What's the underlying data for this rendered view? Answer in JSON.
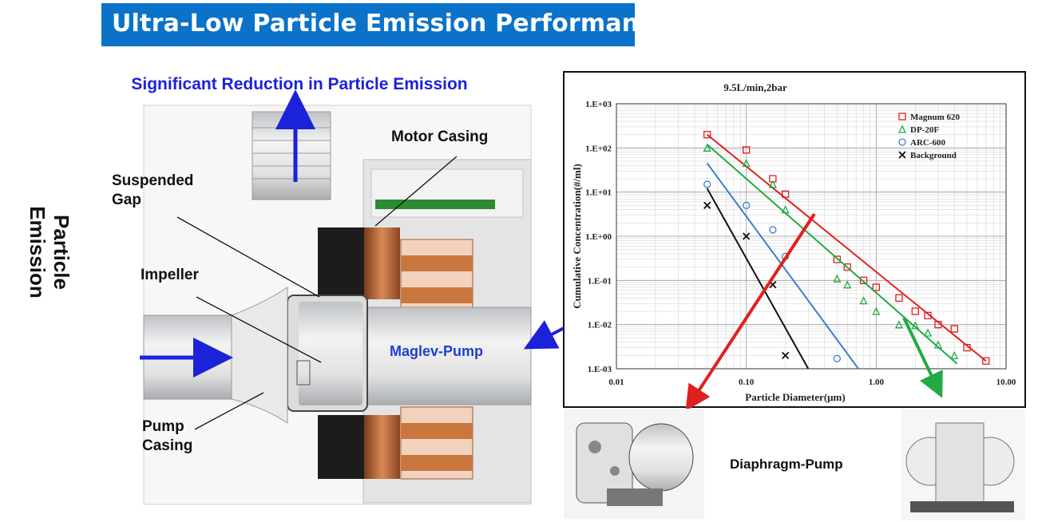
{
  "header": {
    "title": "Ultra-Low Particle Emission Performance"
  },
  "subtitle": "Significant Reduction in Particle Emission",
  "side_label": "Particle Emission",
  "callouts": {
    "motor_casing": "Motor Casing",
    "suspended_gap": "Suspended Gap",
    "impeller": "Impeller",
    "pump_casing": "Pump Casing",
    "maglev_pump": "Maglev-Pump",
    "diaphragm_pump": "Diaphragm-Pump"
  },
  "colors": {
    "banner": "#0a72c9",
    "accent_blue": "#1c22d8",
    "red": "#e02020",
    "green": "#22aa44"
  },
  "chart_data": {
    "type": "scatter",
    "title": "9.5L/min,2bar",
    "xlabel": "Particle Diameter(μm)",
    "ylabel": "Cumulative Concentration(#/ml)",
    "x_scale": "log",
    "y_scale": "log",
    "xlim": [
      0.01,
      10
    ],
    "ylim": [
      0.001,
      1000
    ],
    "xticks": [
      "0.01",
      "0.10",
      "1.00",
      "10.00"
    ],
    "yticks": [
      "1.E-03",
      "1.E-02",
      "1.E-01",
      "1.E+00",
      "1.E+01",
      "1.E+02",
      "1.E+03"
    ],
    "grid": true,
    "legend_position": "top-right",
    "series": [
      {
        "name": "Magnum 620",
        "marker": "square",
        "color": "#e02020",
        "points": [
          [
            0.05,
            200
          ],
          [
            0.1,
            90
          ],
          [
            0.16,
            20
          ],
          [
            0.2,
            9
          ],
          [
            0.5,
            0.3
          ],
          [
            0.6,
            0.2
          ],
          [
            0.8,
            0.1
          ],
          [
            1.0,
            0.07
          ],
          [
            1.5,
            0.04
          ],
          [
            2.0,
            0.02
          ],
          [
            2.5,
            0.016
          ],
          [
            3.0,
            0.01
          ],
          [
            4.0,
            0.008
          ],
          [
            5.0,
            0.003
          ],
          [
            7.0,
            0.0015
          ]
        ],
        "fit": [
          [
            0.05,
            200
          ],
          [
            7.0,
            0.0015
          ]
        ]
      },
      {
        "name": "DP-20F",
        "marker": "triangle",
        "color": "#22aa44",
        "points": [
          [
            0.05,
            100
          ],
          [
            0.1,
            45
          ],
          [
            0.16,
            15
          ],
          [
            0.2,
            4
          ],
          [
            0.5,
            0.11
          ],
          [
            0.6,
            0.08
          ],
          [
            0.8,
            0.035
          ],
          [
            1.0,
            0.02
          ],
          [
            1.5,
            0.01
          ],
          [
            2.0,
            0.0095
          ],
          [
            2.5,
            0.0065
          ],
          [
            3.0,
            0.0035
          ],
          [
            4.0,
            0.002
          ]
        ],
        "fit": [
          [
            0.05,
            120
          ],
          [
            4.2,
            0.0013
          ]
        ]
      },
      {
        "name": "ARC-600",
        "marker": "circle",
        "color": "#3a7fcf",
        "points": [
          [
            0.05,
            15
          ],
          [
            0.1,
            5
          ],
          [
            0.16,
            1.4
          ],
          [
            0.2,
            0.35
          ],
          [
            0.5,
            0.0017
          ]
        ],
        "fit": [
          [
            0.05,
            45
          ],
          [
            0.73,
            0.001
          ]
        ]
      },
      {
        "name": "Background",
        "marker": "x",
        "color": "#111111",
        "points": [
          [
            0.05,
            5
          ],
          [
            0.1,
            1
          ],
          [
            0.16,
            0.08
          ],
          [
            0.2,
            0.002
          ]
        ],
        "fit": [
          [
            0.05,
            12
          ],
          [
            0.3,
            0.001
          ]
        ]
      }
    ]
  }
}
